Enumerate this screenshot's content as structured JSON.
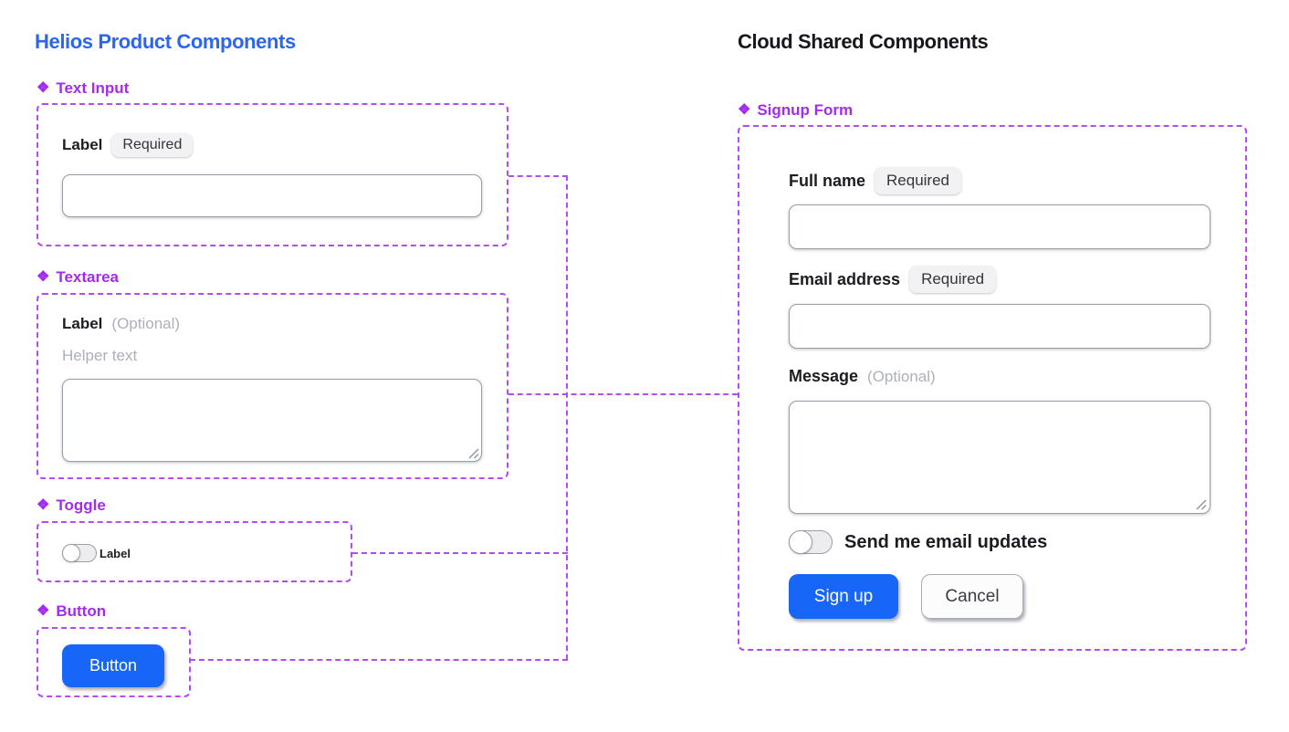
{
  "colors": {
    "title_blue": "#2B66F0",
    "heading_dark": "#17181D",
    "component_purple": "#A32BF0",
    "dash_purple": "#B54CF2",
    "button_blue": "#1866F8"
  },
  "icons": {
    "component": "❖"
  },
  "left_panel": {
    "title": "Helios Product Components",
    "sections": [
      {
        "label": "Text Input",
        "component": {
          "label": "Label",
          "badge": "Required",
          "value": ""
        }
      },
      {
        "label": "Textarea",
        "component": {
          "label": "Label",
          "optional": "(Optional)",
          "helper": "Helper text",
          "value": ""
        }
      },
      {
        "label": "Toggle",
        "component": {
          "label": "Label",
          "state": "off"
        }
      },
      {
        "label": "Button",
        "component": {
          "label": "Button"
        }
      }
    ]
  },
  "right_panel": {
    "title": "Cloud Shared Components",
    "section_label": "Signup Form",
    "form": {
      "fields": [
        {
          "label": "Full name",
          "badge": "Required",
          "value": ""
        },
        {
          "label": "Email address",
          "badge": "Required",
          "value": ""
        },
        {
          "label": "Message",
          "optional": "(Optional)",
          "value": ""
        }
      ],
      "toggle": {
        "label": "Send me email updates",
        "state": "off"
      },
      "buttons": {
        "submit": "Sign up",
        "cancel": "Cancel"
      }
    }
  }
}
